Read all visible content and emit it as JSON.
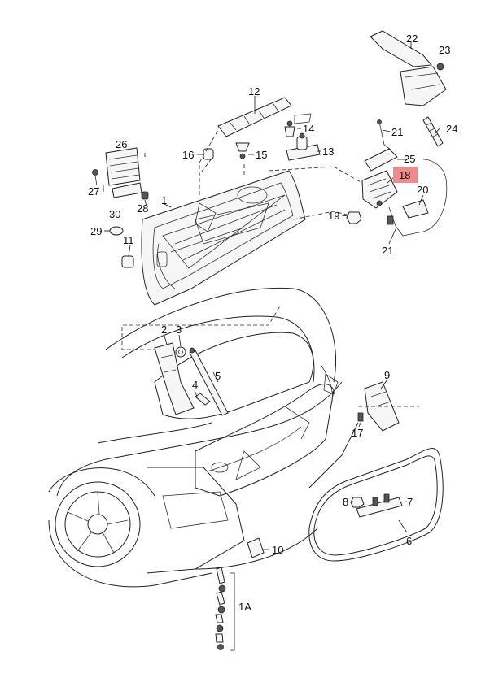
{
  "diagram": {
    "highlight_color": "#f08a8a",
    "callouts": [
      {
        "id": "c1",
        "label": "1"
      },
      {
        "id": "c1a",
        "label": "1A"
      },
      {
        "id": "c2",
        "label": "2"
      },
      {
        "id": "c3",
        "label": "3"
      },
      {
        "id": "c4",
        "label": "4"
      },
      {
        "id": "c5",
        "label": "5"
      },
      {
        "id": "c6",
        "label": "6"
      },
      {
        "id": "c7",
        "label": "7"
      },
      {
        "id": "c8",
        "label": "8"
      },
      {
        "id": "c9",
        "label": "9"
      },
      {
        "id": "c10",
        "label": "10"
      },
      {
        "id": "c11",
        "label": "11"
      },
      {
        "id": "c12",
        "label": "12"
      },
      {
        "id": "c13",
        "label": "13"
      },
      {
        "id": "c14",
        "label": "14"
      },
      {
        "id": "c15",
        "label": "15"
      },
      {
        "id": "c16",
        "label": "16"
      },
      {
        "id": "c17",
        "label": "17"
      },
      {
        "id": "c18",
        "label": "18",
        "highlighted": true
      },
      {
        "id": "c19",
        "label": "19"
      },
      {
        "id": "c20",
        "label": "20"
      },
      {
        "id": "c21a",
        "label": "21"
      },
      {
        "id": "c21b",
        "label": "21"
      },
      {
        "id": "c22",
        "label": "22"
      },
      {
        "id": "c23",
        "label": "23"
      },
      {
        "id": "c24",
        "label": "24"
      },
      {
        "id": "c25",
        "label": "25"
      },
      {
        "id": "c26",
        "label": "26"
      },
      {
        "id": "c27",
        "label": "27"
      },
      {
        "id": "c28",
        "label": "28"
      },
      {
        "id": "c29",
        "label": "29"
      },
      {
        "id": "c30",
        "label": "30"
      }
    ]
  }
}
